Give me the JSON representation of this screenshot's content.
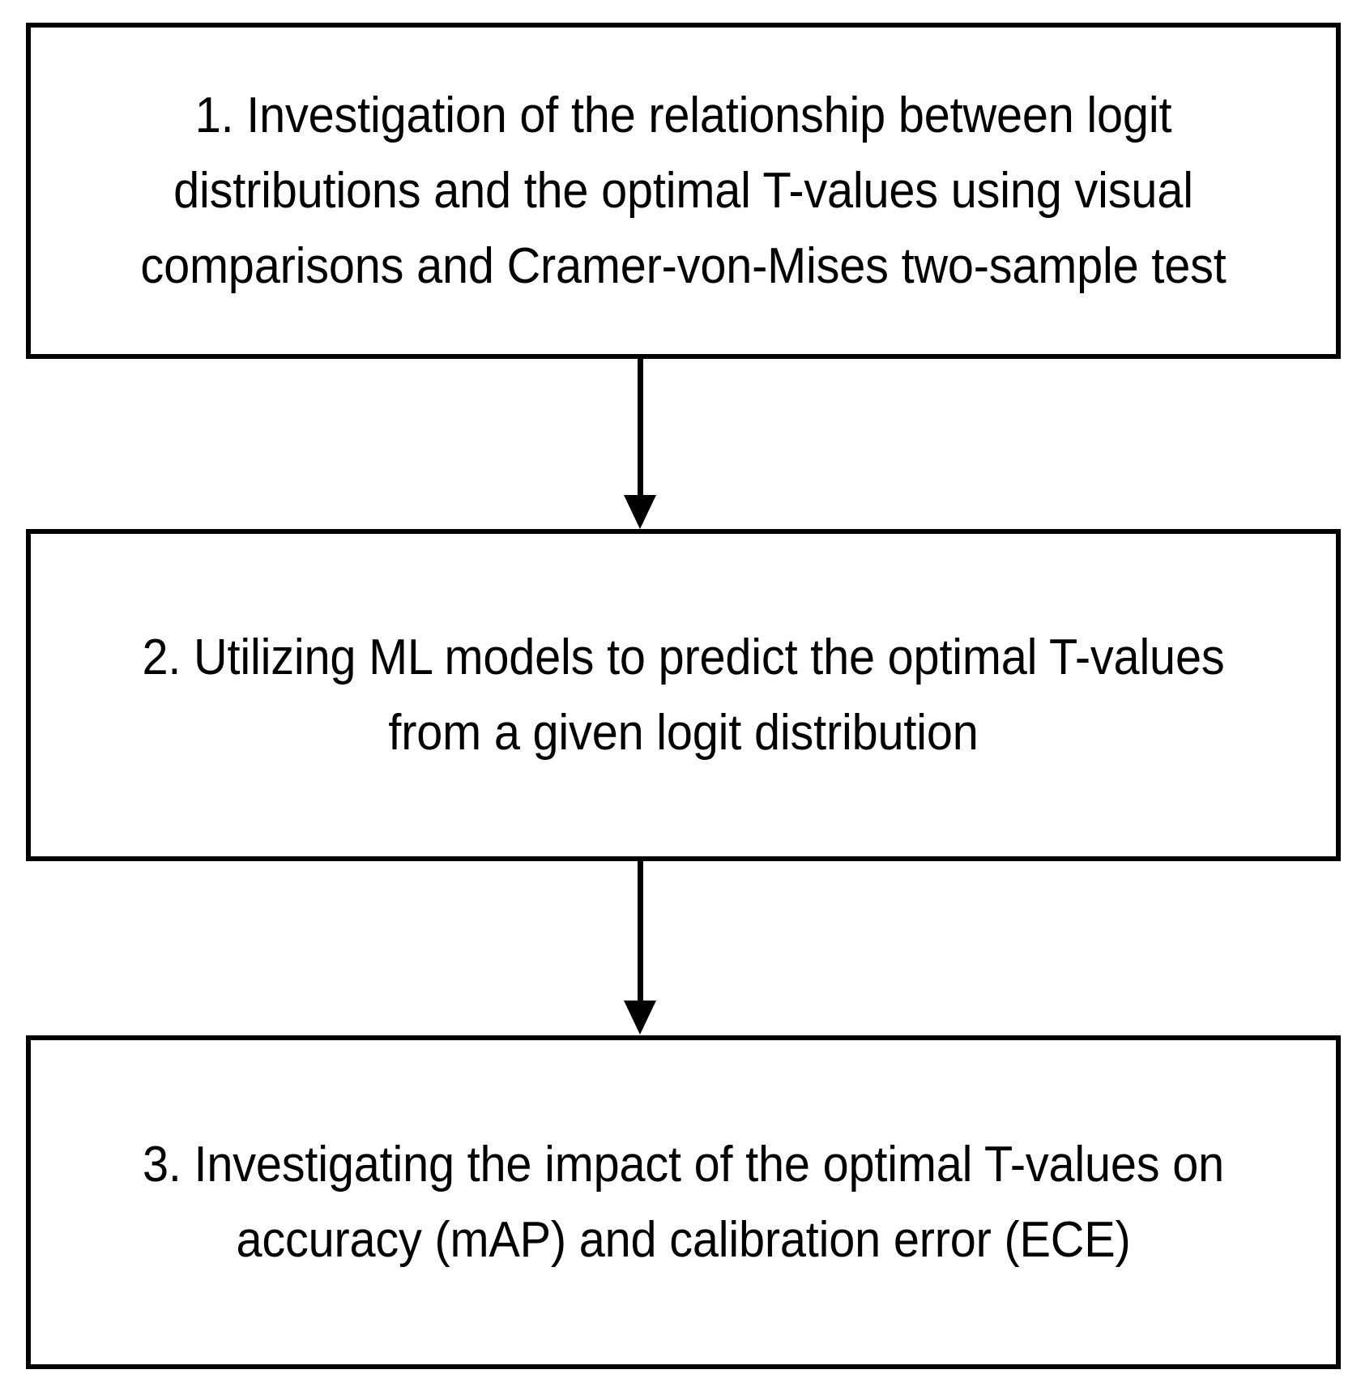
{
  "diagram": {
    "type": "flowchart",
    "orientation": "vertical",
    "title": "",
    "style": {
      "background_color": "#ffffff",
      "box_border_color": "#000000",
      "box_fill_color": "#ffffff",
      "text_color": "#000000",
      "arrow_color": "#000000"
    },
    "nodes": [
      {
        "id": "step-1",
        "number": "1.",
        "text": "1. Investigation of the relationship between logit distributions and the optimal T-values using visual comparisons and Cramer-von-Mises two-sample test",
        "lines": [
          "1. Investigation of the relationship between",
          "logit distributions and the optimal T-values",
          "using visual comparisons and Cramer-von-",
          "Mises two-sample test"
        ]
      },
      {
        "id": "step-2",
        "number": "2.",
        "text": "2. Utilizing ML models to predict the optimal T-values from a given logit distribution",
        "lines": [
          "2. Utilizing ML models to predict the optimal",
          "T-values from a given logit distribution"
        ]
      },
      {
        "id": "step-3",
        "number": "3.",
        "text": "3. Investigating the impact of the optimal T-values on accuracy (mAP) and calibration error (ECE)",
        "lines": [
          "3. Investigating the impact of the optimal T-",
          "values on accuracy (mAP) and calibration",
          "error (ECE)"
        ]
      }
    ],
    "connectors": [
      {
        "id": "arrow-1",
        "from": "step-1",
        "to": "step-2",
        "label": "",
        "icon": "down-arrow-icon"
      },
      {
        "id": "arrow-2",
        "from": "step-2",
        "to": "step-3",
        "label": "",
        "icon": "down-arrow-icon"
      }
    ]
  }
}
